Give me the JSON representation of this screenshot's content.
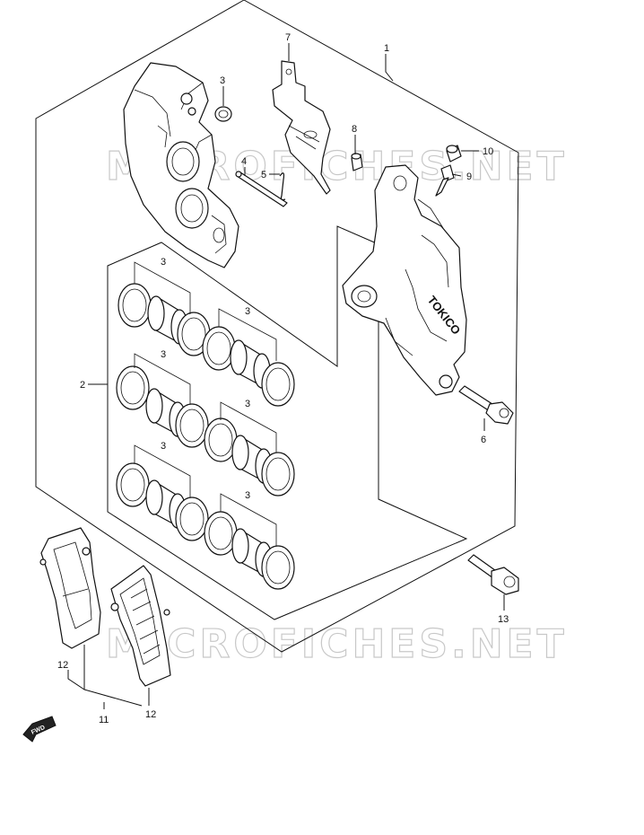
{
  "watermark": {
    "top": "MICROFICHES.NET",
    "bottom": "MICROFICHES.NET"
  },
  "caliper": {
    "brand": "TOKICO"
  },
  "fwd_label": "FWD",
  "callouts": {
    "c1": "1",
    "c2": "2",
    "c3a": "3",
    "c3b": "3",
    "c3c": "3",
    "c3d": "3",
    "c3e": "3",
    "c3f": "3",
    "c3g": "3",
    "c4": "4",
    "c5": "5",
    "c6": "6",
    "c7": "7",
    "c8": "8",
    "c9": "9",
    "c10": "10",
    "c11": "11",
    "c12a": "12",
    "c12b": "12",
    "c13": "13"
  }
}
